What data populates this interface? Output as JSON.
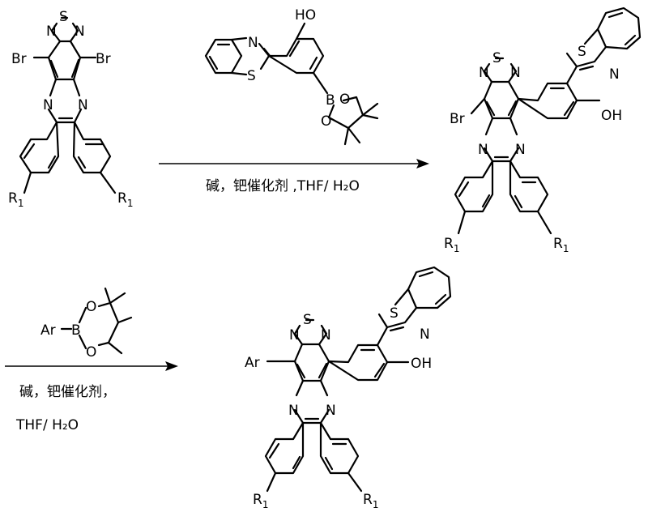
{
  "atoms": {
    "N": "N",
    "S": "S",
    "Br": "Br",
    "O": "O",
    "B": "B",
    "HO": "HO",
    "OH": "OH",
    "Ar": "Ar",
    "R": "R",
    "R_sub": "1",
    "H_sub": "2"
  },
  "step1": {
    "conditions": "碱，钯催化剂 ,THF/ H₂O"
  },
  "step2": {
    "conditions_line1": "碱，钯催化剂，",
    "conditions_line2": "THF/ H₂O"
  }
}
